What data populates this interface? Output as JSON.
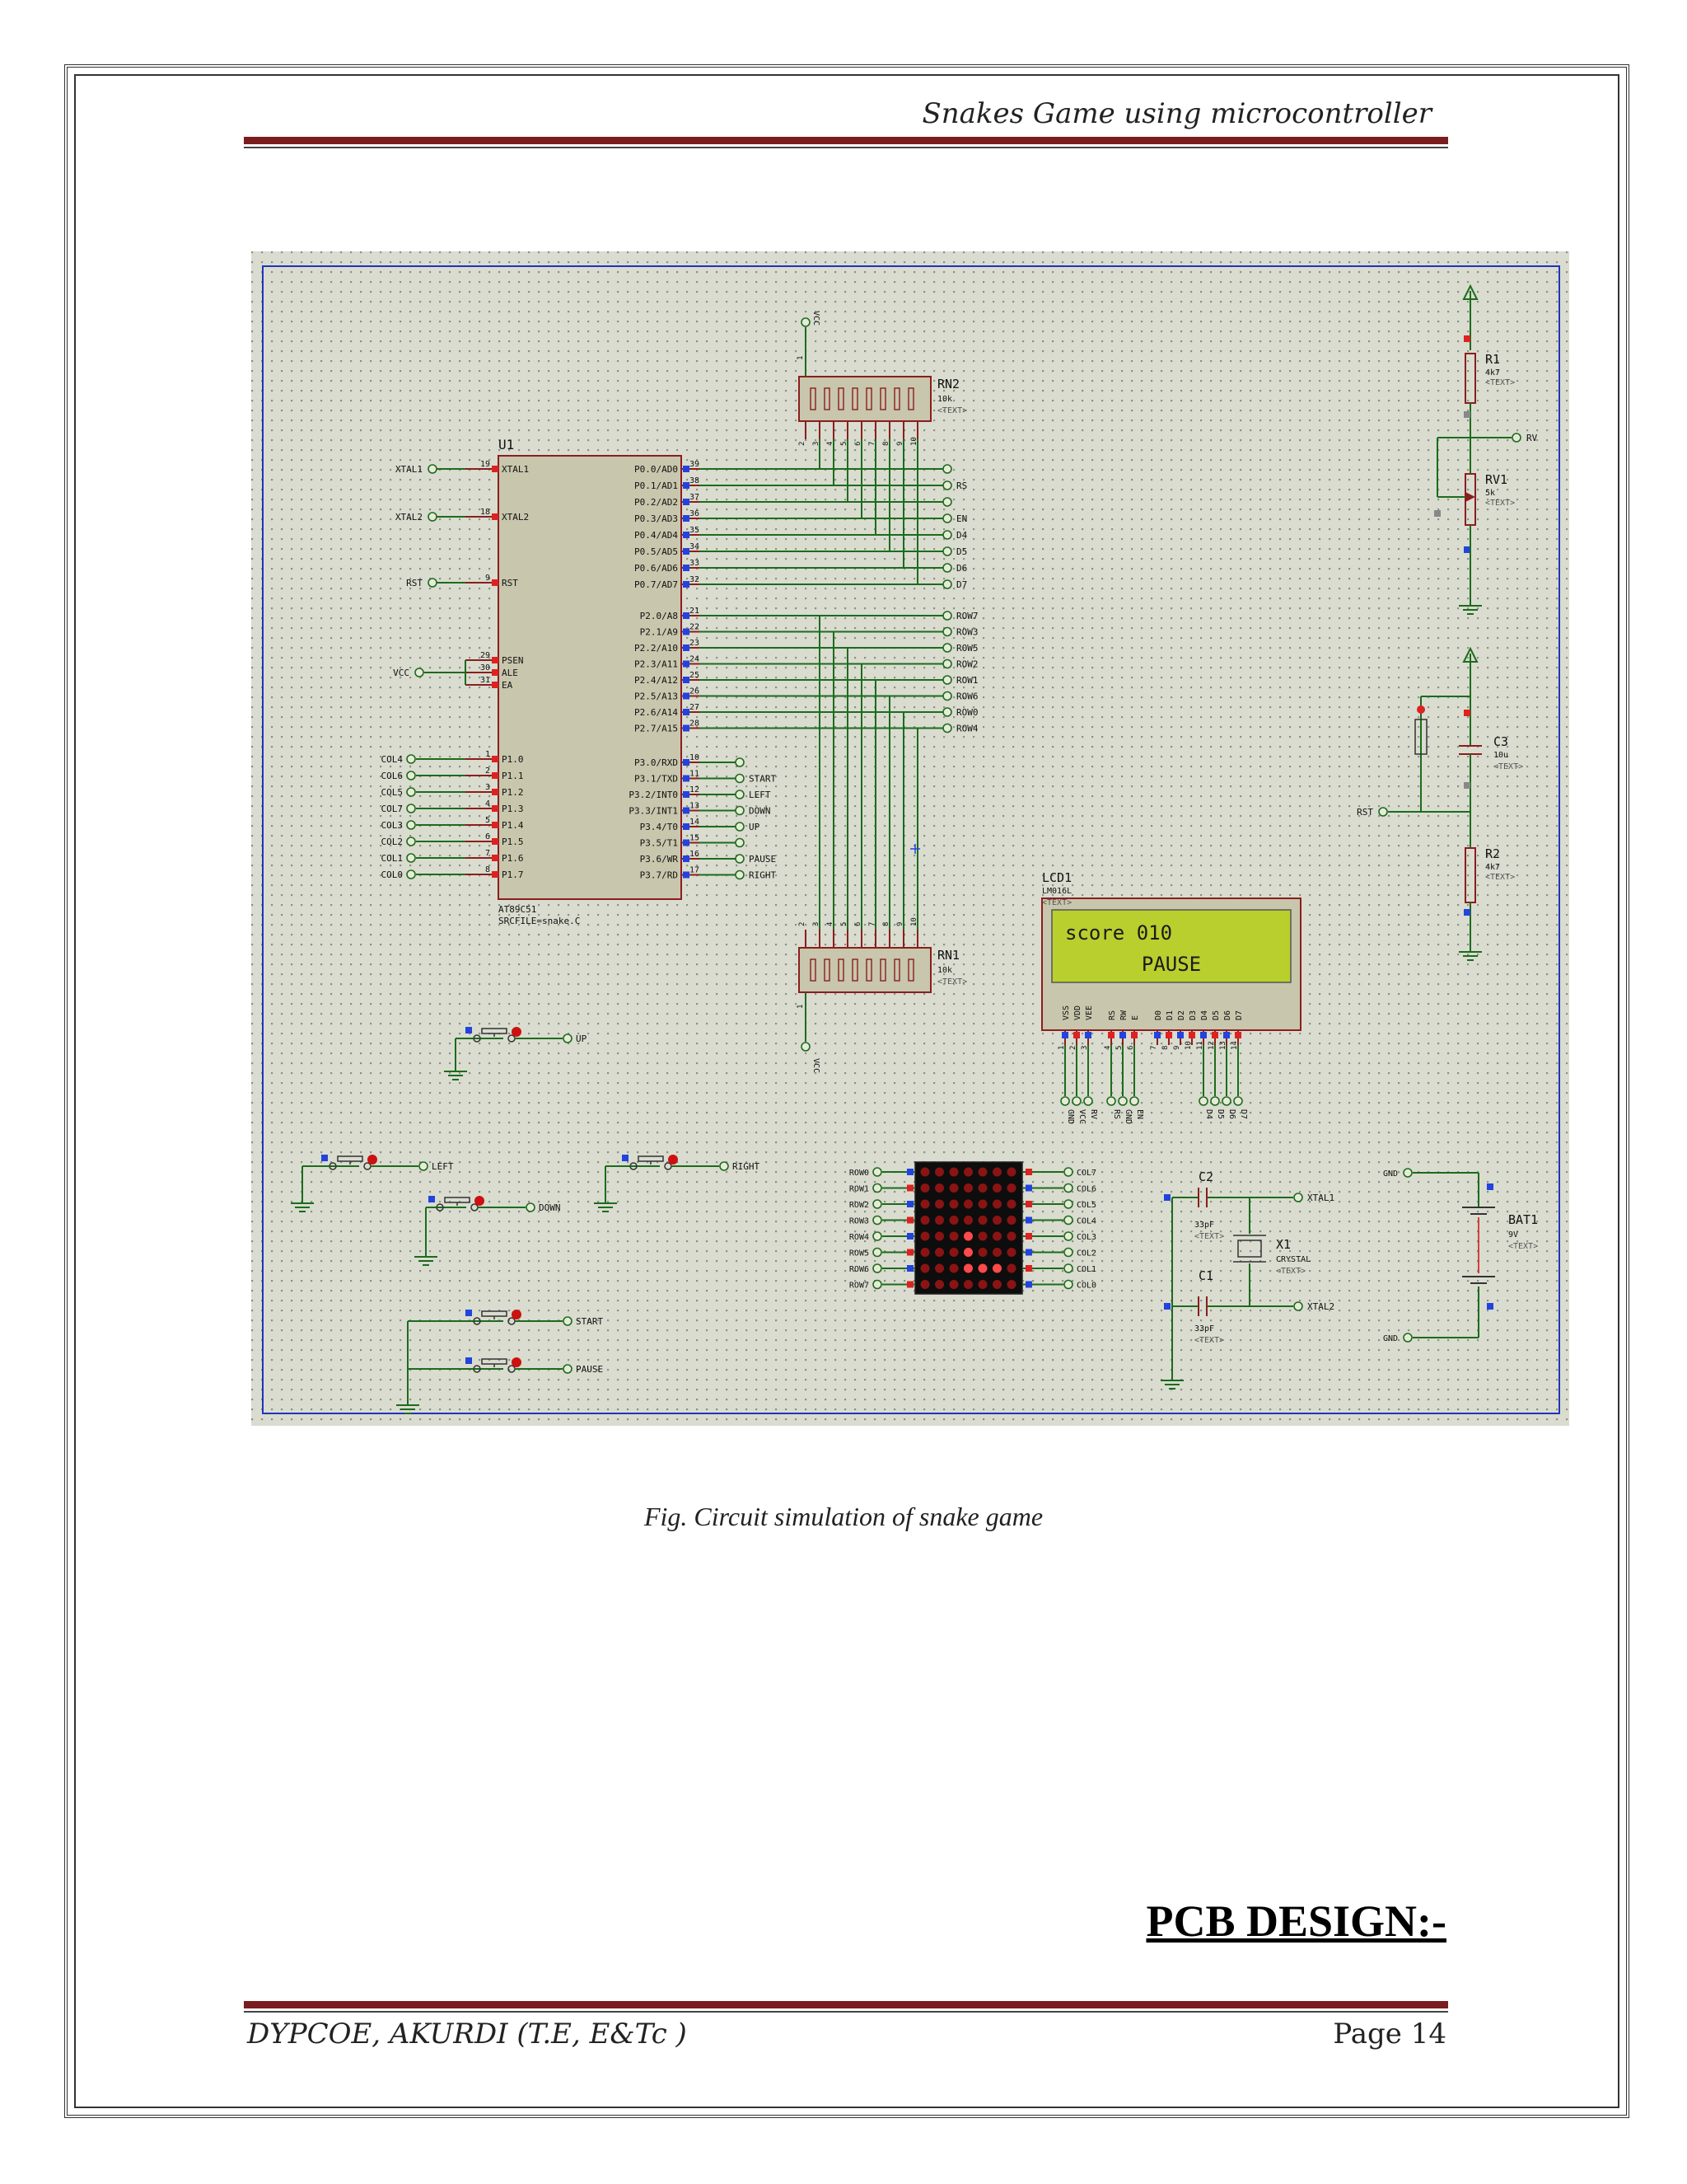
{
  "header": {
    "title": "Snakes Game using microcontroller"
  },
  "colors": {
    "accent_rule": "#7b1d1f",
    "schematic_bg": "#d9dccf",
    "wire": "#1d6b1d",
    "component": "#8b1e1e",
    "lcd_screen": "#b8cf2e",
    "led_on": "#e02020",
    "led_off": "#8a1414"
  },
  "schematic": {
    "mcu": {
      "ref": "U1",
      "part": "AT89C51",
      "srcfile": "SRCFILE=snake.C"
    },
    "mcu_left_pins": [
      {
        "net": "XTAL1",
        "num": "19",
        "name": "XTAL1"
      },
      {
        "net": "XTAL2",
        "num": "18",
        "name": "XTAL2"
      },
      {
        "net": "RST",
        "num": "9",
        "name": "RST"
      },
      {
        "net": "VCC",
        "num": "29",
        "name": "PSEN"
      },
      {
        "net": "",
        "num": "30",
        "name": "ALE"
      },
      {
        "net": "",
        "num": "31",
        "name": "EA"
      },
      {
        "net": "COL4",
        "num": "1",
        "name": "P1.0"
      },
      {
        "net": "COL6",
        "num": "2",
        "name": "P1.1"
      },
      {
        "net": "COL5",
        "num": "3",
        "name": "P1.2"
      },
      {
        "net": "COL7",
        "num": "4",
        "name": "P1.3"
      },
      {
        "net": "COL3",
        "num": "5",
        "name": "P1.4"
      },
      {
        "net": "COL2",
        "num": "6",
        "name": "P1.5"
      },
      {
        "net": "COL1",
        "num": "7",
        "name": "P1.6"
      },
      {
        "net": "COL0",
        "num": "8",
        "name": "P1.7"
      }
    ],
    "mcu_p0_pins": [
      {
        "name": "P0.0/AD0",
        "num": "39",
        "net": ""
      },
      {
        "name": "P0.1/AD1",
        "num": "38",
        "net": "RS"
      },
      {
        "name": "P0.2/AD2",
        "num": "37",
        "net": ""
      },
      {
        "name": "P0.3/AD3",
        "num": "36",
        "net": "EN"
      },
      {
        "name": "P0.4/AD4",
        "num": "35",
        "net": "D4"
      },
      {
        "name": "P0.5/AD5",
        "num": "34",
        "net": "D5"
      },
      {
        "name": "P0.6/AD6",
        "num": "33",
        "net": "D6"
      },
      {
        "name": "P0.7/AD7",
        "num": "32",
        "net": "D7"
      }
    ],
    "mcu_p2_pins": [
      {
        "name": "P2.0/A8",
        "num": "21",
        "net": "ROW7"
      },
      {
        "name": "P2.1/A9",
        "num": "22",
        "net": "ROW3"
      },
      {
        "name": "P2.2/A10",
        "num": "23",
        "net": "ROW5"
      },
      {
        "name": "P2.3/A11",
        "num": "24",
        "net": "ROW2"
      },
      {
        "name": "P2.4/A12",
        "num": "25",
        "net": "ROW1"
      },
      {
        "name": "P2.5/A13",
        "num": "26",
        "net": "ROW6"
      },
      {
        "name": "P2.6/A14",
        "num": "27",
        "net": "ROW0"
      },
      {
        "name": "P2.7/A15",
        "num": "28",
        "net": "ROW4"
      }
    ],
    "mcu_p3_pins": [
      {
        "name": "P3.0/RXD",
        "num": "10",
        "net": ""
      },
      {
        "name": "P3.1/TXD",
        "num": "11",
        "net": "START"
      },
      {
        "name": "P3.2/INT0",
        "num": "12",
        "net": "LEFT"
      },
      {
        "name": "P3.3/INT1",
        "num": "13",
        "net": "DOWN"
      },
      {
        "name": "P3.4/T0",
        "num": "14",
        "net": "UP"
      },
      {
        "name": "P3.5/T1",
        "num": "15",
        "net": ""
      },
      {
        "name": "P3.6/WR",
        "num": "16",
        "net": "PAUSE"
      },
      {
        "name": "P3.7/RD",
        "num": "17",
        "net": "RIGHT"
      }
    ],
    "rn2": {
      "ref": "RN2",
      "value": "10k",
      "text": "<TEXT>",
      "vcc": "VCC",
      "pin1": "1"
    },
    "rn1": {
      "ref": "RN1",
      "value": "10k",
      "text": "<TEXT>",
      "vcc": "VCC",
      "pin1": "1"
    },
    "rn_pins": [
      "2",
      "3",
      "4",
      "5",
      "6",
      "7",
      "8",
      "9",
      "10"
    ],
    "lcd": {
      "ref": "LCD1",
      "part": "LM016L",
      "text": "<TEXT>",
      "line1": "score  010",
      "line2": "PAUSE"
    },
    "lcd_pins": [
      {
        "name": "VSS",
        "num": "1",
        "net": "GND"
      },
      {
        "name": "VDD",
        "num": "2",
        "net": "VCC"
      },
      {
        "name": "VEE",
        "num": "3",
        "net": "RV"
      },
      {
        "name": "RS",
        "num": "4",
        "net": "RS"
      },
      {
        "name": "RW",
        "num": "5",
        "net": "GND"
      },
      {
        "name": "E",
        "num": "6",
        "net": "EN"
      },
      {
        "name": "D0",
        "num": "7",
        "net": ""
      },
      {
        "name": "D1",
        "num": "8",
        "net": ""
      },
      {
        "name": "D2",
        "num": "9",
        "net": ""
      },
      {
        "name": "D3",
        "num": "10",
        "net": ""
      },
      {
        "name": "D4",
        "num": "11",
        "net": "D4"
      },
      {
        "name": "D5",
        "num": "12",
        "net": "D5"
      },
      {
        "name": "D6",
        "num": "13",
        "net": "D6"
      },
      {
        "name": "D7",
        "num": "14",
        "net": "D7"
      }
    ],
    "r1": {
      "ref": "R1",
      "value": "4k7",
      "text": "<TEXT>"
    },
    "rv1": {
      "ref": "RV1",
      "value": "5k",
      "text": "<TEXT>",
      "net": "RV"
    },
    "c3": {
      "ref": "C3",
      "value": "10u",
      "text": "<TEXT>"
    },
    "r2": {
      "ref": "R2",
      "value": "4k7",
      "text": "<TEXT>"
    },
    "rst_label": "RST",
    "c2": {
      "ref": "C2",
      "value": "33pF",
      "text": "<TEXT>"
    },
    "c1": {
      "ref": "C1",
      "value": "33pF",
      "text": "<TEXT>"
    },
    "x1": {
      "ref": "X1",
      "part": "CRYSTAL",
      "text": "<TEXT>"
    },
    "xtal_labels": [
      "XTAL1",
      "XTAL2"
    ],
    "bat1": {
      "ref": "BAT1",
      "value": "9V",
      "text": "<TEXT>",
      "gnd_top": "GND",
      "gnd_bottom": "GND"
    },
    "buttons": [
      "UP",
      "LEFT",
      "DOWN",
      "RIGHT",
      "START",
      "PAUSE"
    ],
    "matrix_rows": [
      "ROW0",
      "ROW1",
      "ROW2",
      "ROW3",
      "ROW4",
      "ROW5",
      "ROW6",
      "ROW7"
    ],
    "matrix_cols": [
      "COL7",
      "COL6",
      "COL5",
      "COL4",
      "COL3",
      "COL2",
      "COL1",
      "COL0"
    ]
  },
  "caption": "Fig. Circuit simulation of snake game",
  "section_title": "PCB DESIGN:-",
  "footer": {
    "left": "DYPCOE, AKURDI (T.E, E&Tc )",
    "right": "Page 14"
  }
}
